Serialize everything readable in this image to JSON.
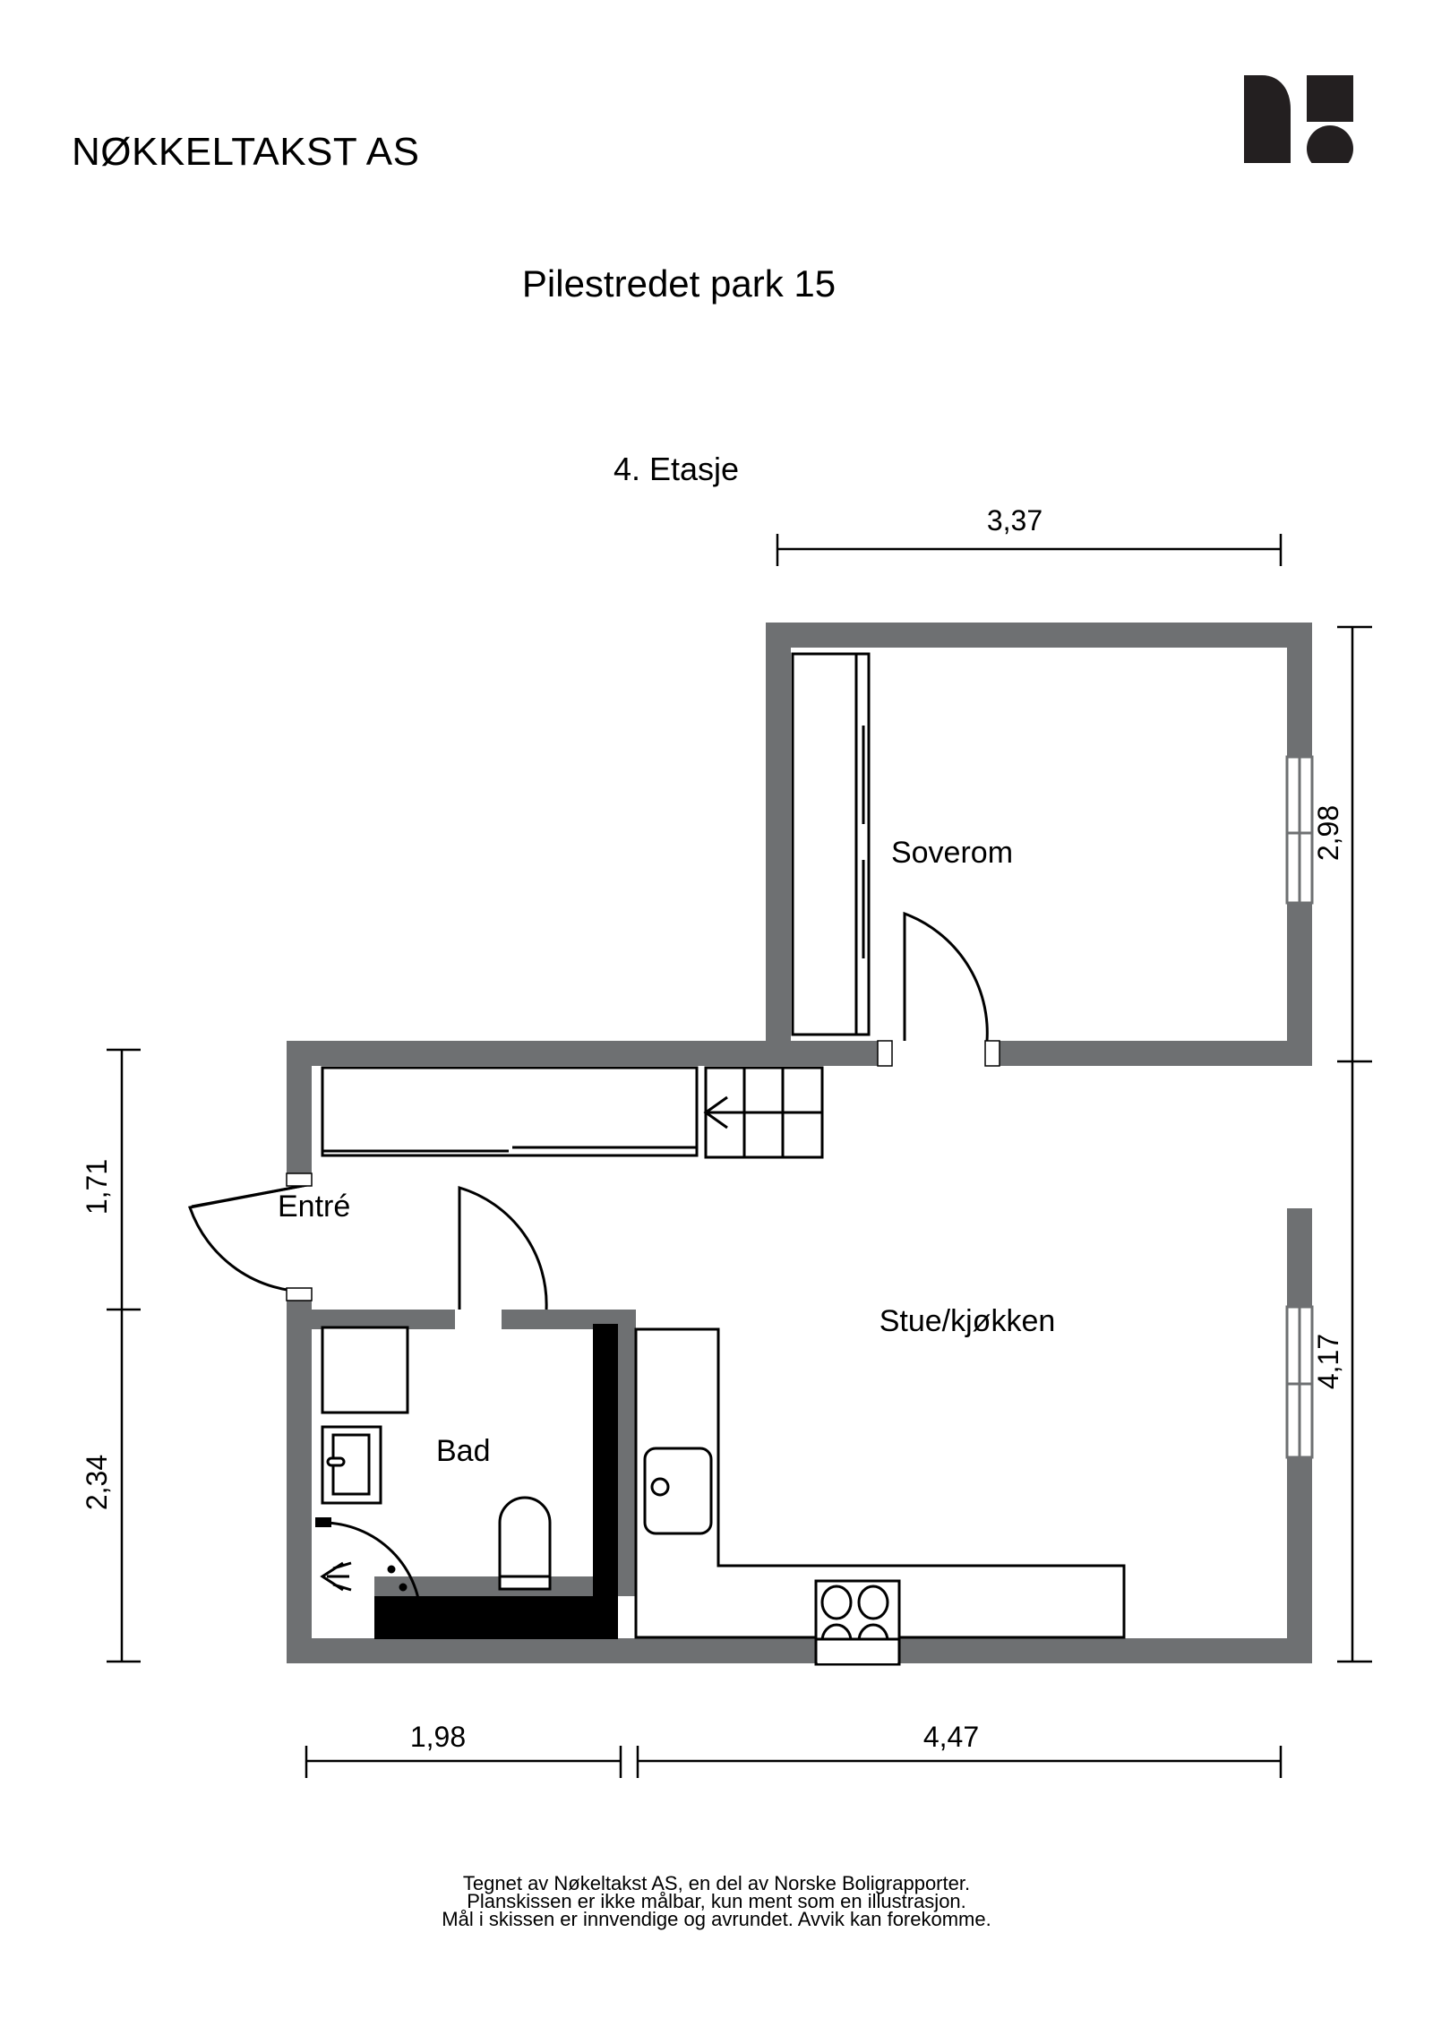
{
  "header": {
    "company_name": "NØKKELTAKST AS",
    "logo_name": "nokkeltakst-logo"
  },
  "document": {
    "title": "Pilestredet park 15",
    "floor_label": "4. Etasje"
  },
  "rooms": [
    {
      "id": "soverom",
      "label": "Soverom"
    },
    {
      "id": "entre",
      "label": "Entré"
    },
    {
      "id": "bad",
      "label": "Bad"
    },
    {
      "id": "stue",
      "label": "Stue/kjøkken"
    }
  ],
  "dimensions": {
    "top": [
      {
        "id": "dim-337",
        "value": "3,37"
      }
    ],
    "right": [
      {
        "id": "dim-298",
        "value": "2,98"
      },
      {
        "id": "dim-417",
        "value": "4,17"
      }
    ],
    "left": [
      {
        "id": "dim-171",
        "value": "1,71"
      },
      {
        "id": "dim-234",
        "value": "2,34"
      }
    ],
    "bottom": [
      {
        "id": "dim-198",
        "value": "1,98"
      },
      {
        "id": "dim-447",
        "value": "4,47"
      }
    ]
  },
  "fixtures": {
    "wardrobe_bedroom": "wardrobe-icon",
    "wardrobe_hall": "wardrobe-icon",
    "stairs": "stairs-icon",
    "stair_direction_arrow": "arrow-left-icon",
    "washer": "washing-machine-icon",
    "bath_sink": "sink-icon",
    "shower": "shower-icon",
    "toilet": "toilet-icon",
    "kitchen_sink": "kitchen-sink-icon",
    "stove": "stove-icon",
    "doors": [
      "front-door",
      "bedroom-door",
      "bathroom-door",
      "entre-door"
    ],
    "windows": [
      "bedroom-window",
      "living-room-window"
    ]
  },
  "colors": {
    "wall": "#6e7072",
    "wall_dark": "#000000",
    "ink": "#000000",
    "paper": "#ffffff",
    "logo": "#231f20"
  },
  "footer": {
    "line1": "Tegnet av Nøkeltakst AS, en del av Norske Boligrapporter.",
    "line2": "Planskissen er ikke målbar, kun ment som en illustrasjon.",
    "line3": "Mål i skissen er innvendige og avrundet. Avvik kan forekomme."
  }
}
